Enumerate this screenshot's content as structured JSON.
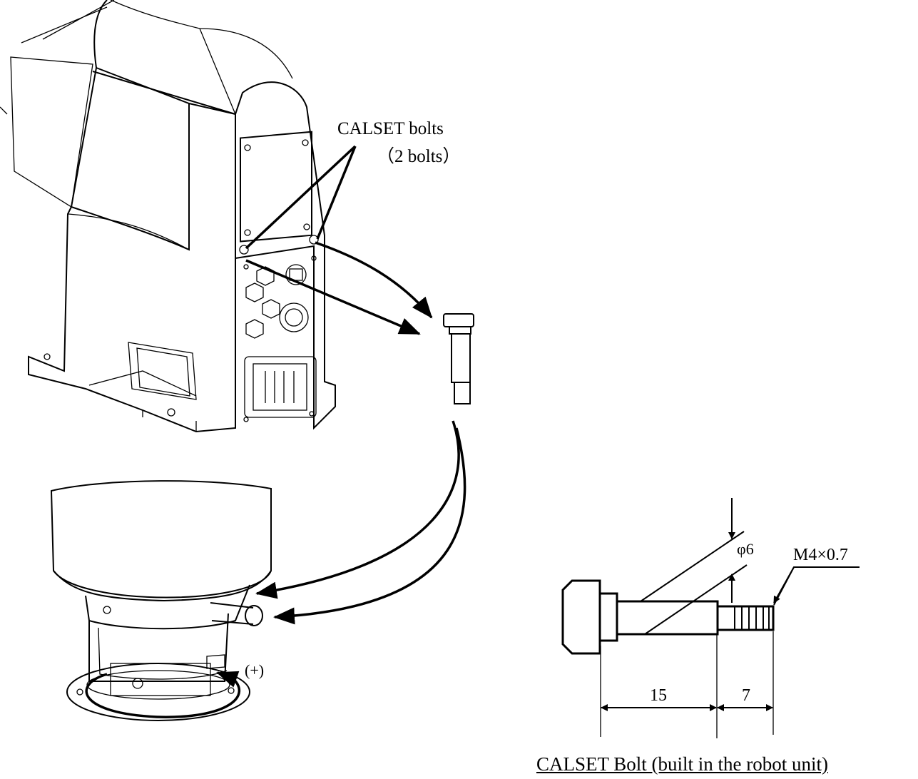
{
  "callout": {
    "title": "CALSET bolts",
    "count": "（2 bolts）"
  },
  "rotation_direction": "(+)",
  "bolt_detail": {
    "diameter": "φ6",
    "thread": "M4×0.7",
    "shank_length": "15",
    "thread_length": "7",
    "caption": "CALSET Bolt (built in the robot unit)"
  }
}
